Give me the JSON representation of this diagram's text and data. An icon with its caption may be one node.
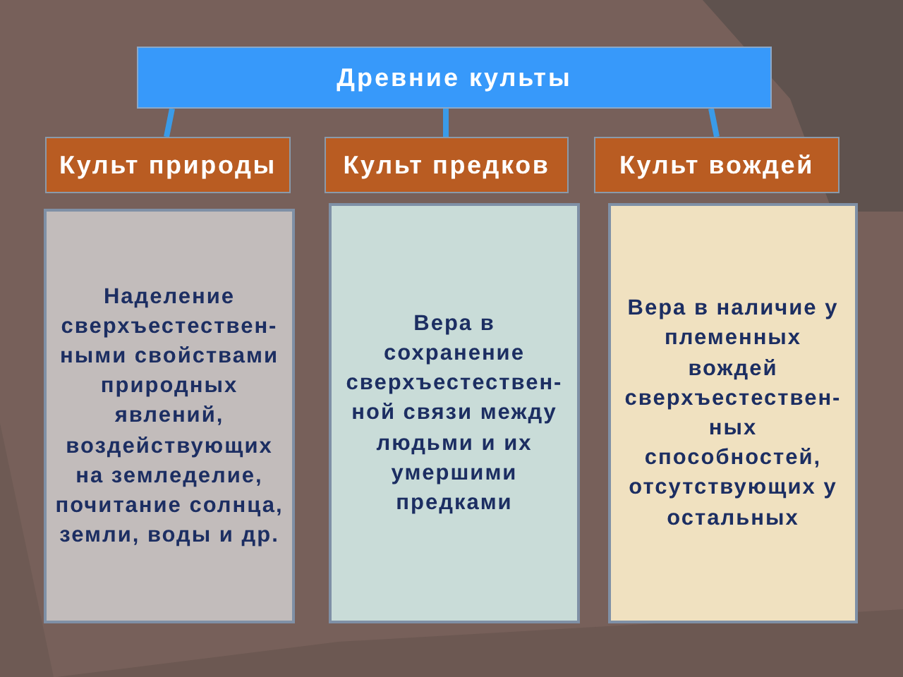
{
  "diagram": {
    "nodes": [
      {
        "text": [
          "Древние культы"
        ]
      },
      {
        "text": [
          "Культ природы"
        ]
      },
      {
        "text": [
          "Культ предков"
        ]
      },
      {
        "text": [
          "Культ вождей"
        ]
      },
      {
        "text": [
          "Наделение сверхъестествен- ными свойствами природных явлений, воздействующих на земледелие, почитание солнца, земли, воды и др."
        ]
      },
      {
        "text": [
          "Вера в сохранение сверхъестествен- ной связи между людьми и их умершими предками"
        ]
      },
      {
        "text": [
          "Вера в наличие у племенных вождей сверхъестествен- ных способностей, отсутствующих у остальных"
        ]
      }
    ],
    "edges": [
      {
        "from": 0,
        "to": 1,
        "arrow": "none"
      },
      {
        "from": 0,
        "to": 2,
        "arrow": "none"
      },
      {
        "from": 0,
        "to": 3,
        "arrow": "none"
      }
    ]
  }
}
